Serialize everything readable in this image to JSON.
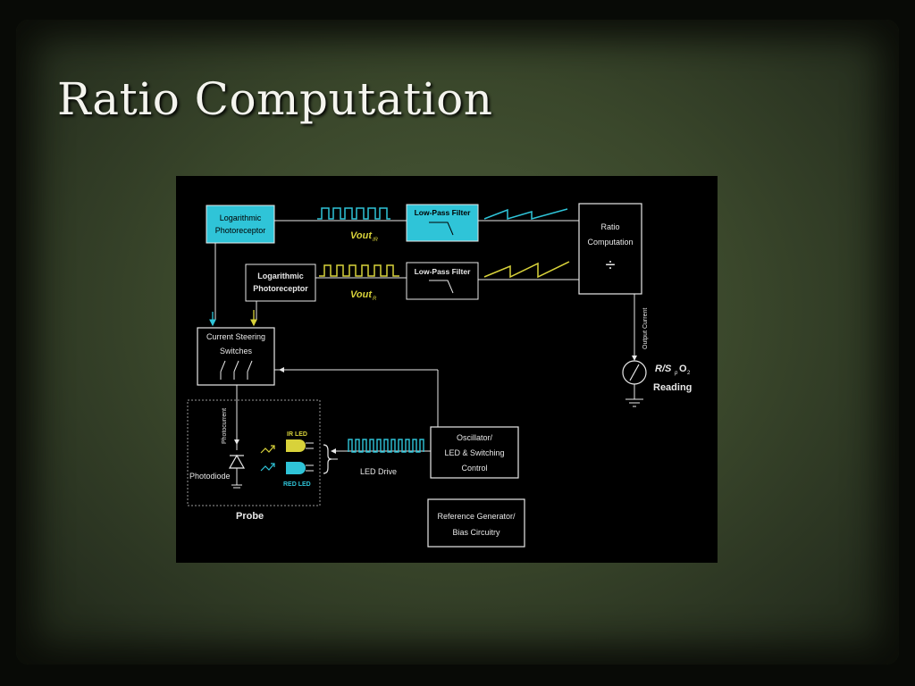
{
  "slide": {
    "title": "Ratio Computation"
  },
  "diagram": {
    "log_photoreceptor_ir": [
      "Logarithmic",
      "Photoreceptor"
    ],
    "log_photoreceptor_r": [
      "Logarithmic",
      "Photoreceptor"
    ],
    "lpf_ir": "Low-Pass Filter",
    "lpf_r": "Low-Pass Filter",
    "vout_ir": "Vout",
    "vout_ir_sub": "IR",
    "vout_r": "Vout",
    "vout_r_sub": "R",
    "ratio_block": [
      "Ratio",
      "Computation"
    ],
    "ratio_symbol": "÷",
    "output_current": "Output Current",
    "reading_line1": "R/S",
    "reading_sub1": "p",
    "reading_o": "O",
    "reading_sub2": "2",
    "reading_line2": "Reading",
    "switches_block": [
      "Current Steering",
      "Switches"
    ],
    "oscillator_block": [
      "Oscillator/",
      "LED & Switching",
      "Control"
    ],
    "reference_block": [
      "Reference Generator/",
      "Bias Circuitry"
    ],
    "led_drive": "LED Drive",
    "ir_led": "IR LED",
    "red_led": "RED LED",
    "photocurrent": "Photocurrent",
    "photodiode": "Photodiode",
    "probe": "Probe",
    "colors": {
      "cyan": "#2fc4d8",
      "yellow": "#d8d23a",
      "white": "#e8e8e8"
    }
  }
}
